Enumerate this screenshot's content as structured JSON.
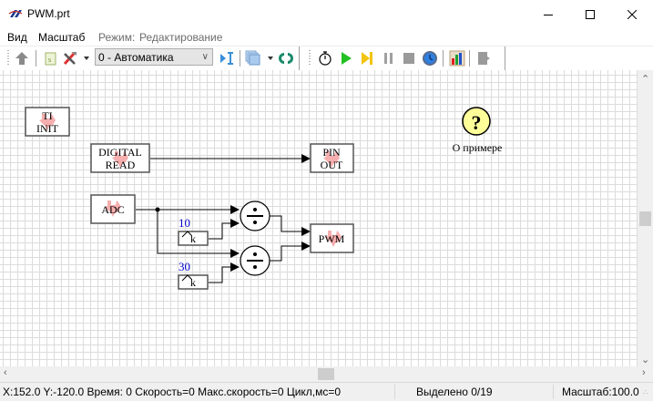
{
  "window": {
    "title": "PWM.prt",
    "controls": [
      "minimize",
      "maximize",
      "close"
    ]
  },
  "menubar": {
    "items": [
      {
        "label": "Вид"
      },
      {
        "label": "Масштаб"
      }
    ],
    "mode_label": "Режим:",
    "mode_value": "Редактирование"
  },
  "toolbar": {
    "mode_select": {
      "value": "0 - Автоматика"
    },
    "buttons": [
      "up-arrow-icon",
      "script-icon",
      "tools-icon",
      "step-into-icon",
      "layers-icon",
      "link-icon",
      "stopwatch-icon",
      "play-icon",
      "step-icon",
      "pause-icon",
      "stop-icon",
      "clock-icon",
      "chart-icon",
      "exit-icon"
    ]
  },
  "diagram": {
    "blocks": [
      {
        "id": "ti_init",
        "label_lines": [
          "TI",
          "INIT"
        ]
      },
      {
        "id": "digital_read",
        "label_lines": [
          "DIGITAL",
          "READ"
        ]
      },
      {
        "id": "pin_out",
        "label_lines": [
          "PIN",
          "OUT"
        ]
      },
      {
        "id": "adc",
        "label_lines": [
          "ADC"
        ]
      },
      {
        "id": "pwm",
        "label_lines": [
          "PWM"
        ]
      },
      {
        "id": "k1",
        "label_lines": [
          "k"
        ],
        "value": "10"
      },
      {
        "id": "k2",
        "label_lines": [
          "k"
        ],
        "value": "30"
      },
      {
        "id": "div1",
        "label_lines": [
          "÷"
        ]
      },
      {
        "id": "div2",
        "label_lines": [
          "÷"
        ]
      }
    ],
    "help": {
      "symbol": "?",
      "label": "О примере"
    },
    "accent_color": "#0000cc",
    "help_color": "#ffff99"
  },
  "statusbar": {
    "coords": "X:152.0  Y:-120.0 Время: 0 Скорость=0 Макс.скорость=0 Цикл,мс=0",
    "selected": "Выделено 0/19",
    "scale": "Масштаб:100.0"
  }
}
